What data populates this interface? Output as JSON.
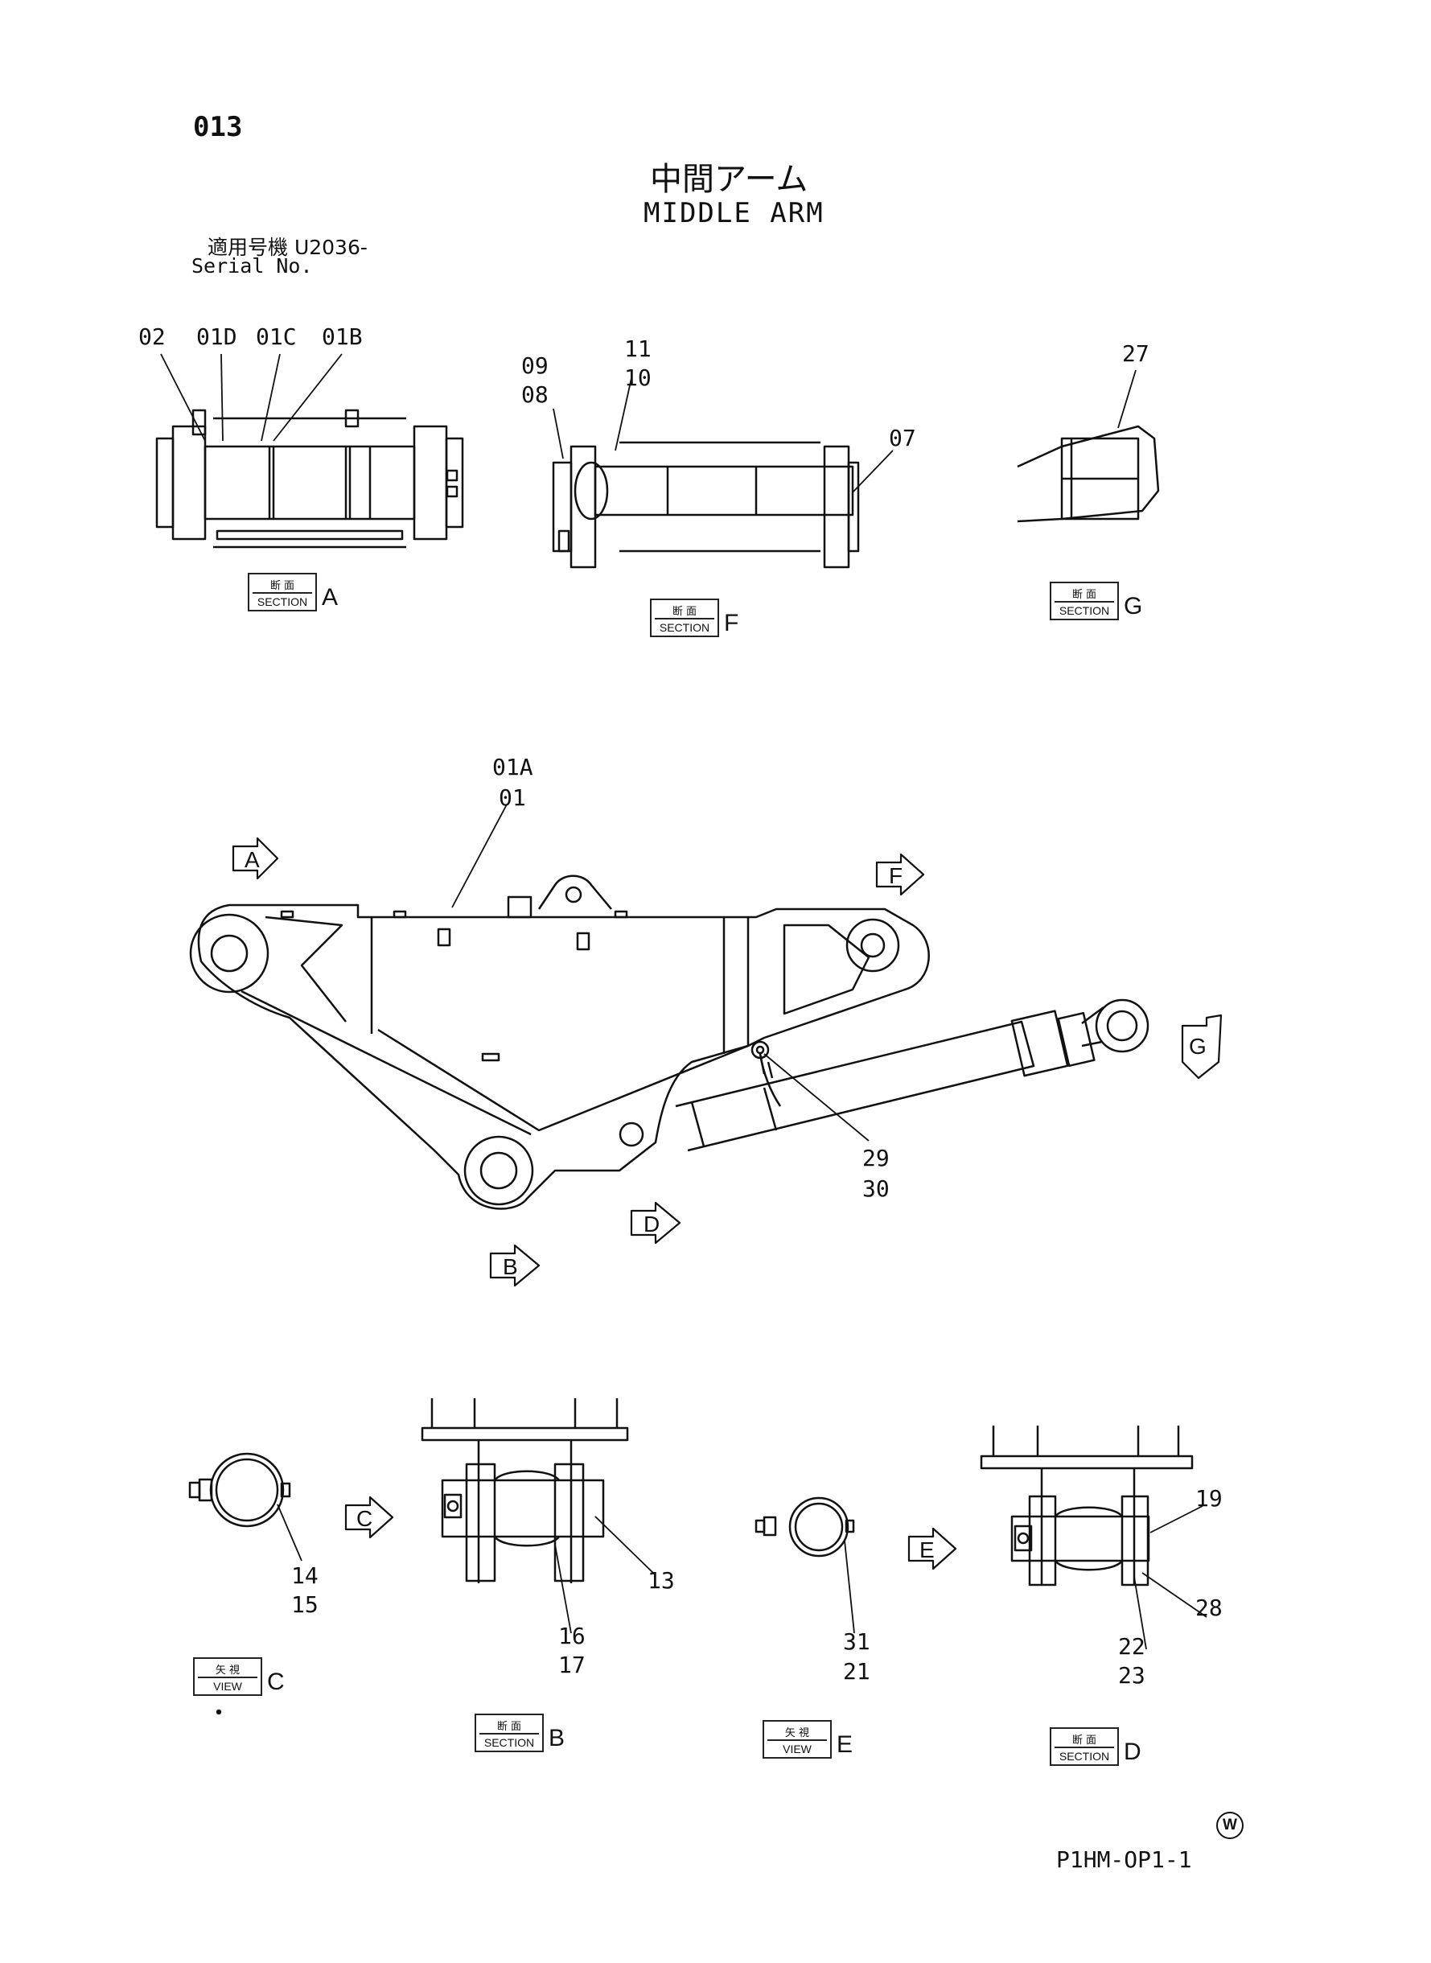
{
  "page_number": "013",
  "title_jp": "中間アーム",
  "title_en": "MIDDLE ARM",
  "serial_label_jp": "適用号機  U2036-",
  "serial_label_en": "Serial No.",
  "callouts": {
    "c02": "02",
    "c01D": "01D",
    "c01C": "01C",
    "c01B": "01B",
    "c09": "09",
    "c08": "08",
    "c11": "11",
    "c10": "10",
    "c07": "07",
    "c27": "27",
    "c01A": "01A",
    "c01": "01",
    "c29": "29",
    "c30": "30",
    "c14": "14",
    "c15": "15",
    "c13": "13",
    "c16": "16",
    "c17": "17",
    "c31": "31",
    "c21": "21",
    "c19": "19",
    "c28": "28",
    "c22": "22",
    "c23": "23"
  },
  "view_arrows": {
    "A": "A",
    "F": "F",
    "G": "G",
    "D": "D",
    "B": "B",
    "C": "C",
    "E": "E"
  },
  "section_tags": [
    {
      "id": "A",
      "jp": "断 面",
      "en": "SECTION",
      "letter": "A"
    },
    {
      "id": "F",
      "jp": "断 面",
      "en": "SECTION",
      "letter": "F"
    },
    {
      "id": "G",
      "jp": "断 面",
      "en": "SECTION",
      "letter": "G"
    },
    {
      "id": "C",
      "jp": "矢 視",
      "en": "VIEW",
      "letter": "C"
    },
    {
      "id": "B",
      "jp": "断 面",
      "en": "SECTION",
      "letter": "B"
    },
    {
      "id": "E",
      "jp": "矢 視",
      "en": "VIEW",
      "letter": "E"
    },
    {
      "id": "D",
      "jp": "断 面",
      "en": "SECTION",
      "letter": "D"
    }
  ],
  "watermark_symbol": "W",
  "drawing_code": "P1HM-OP1-1"
}
